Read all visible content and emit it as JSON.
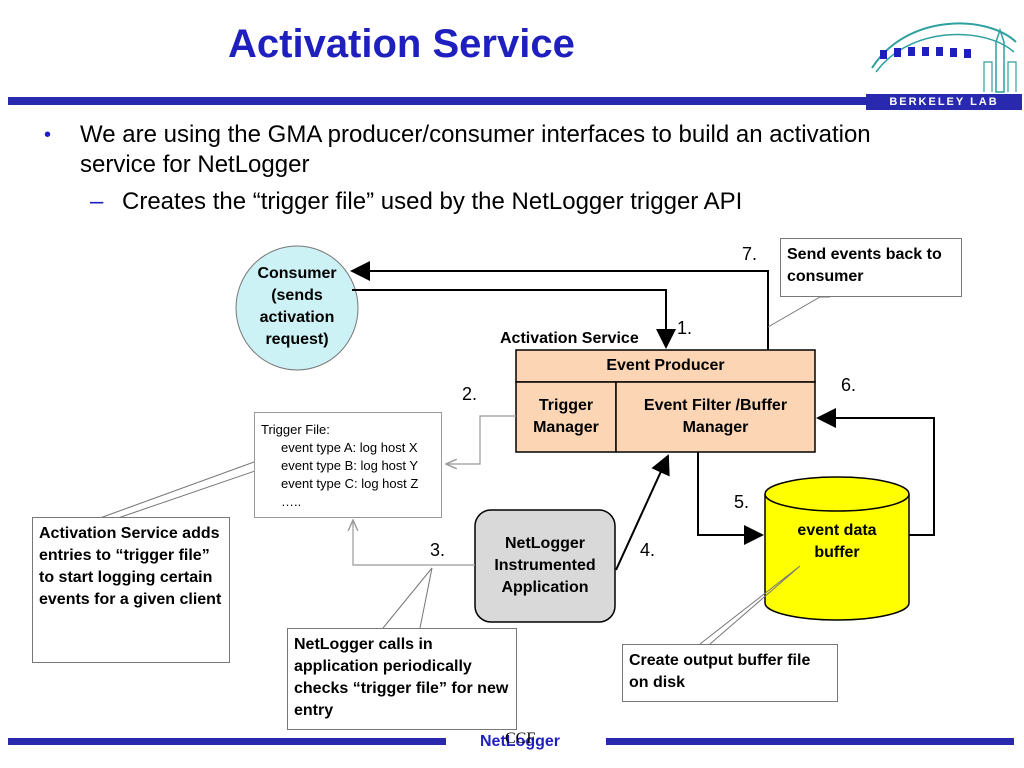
{
  "slide": {
    "title": "Activation Service",
    "bullets": [
      {
        "level": 1,
        "marker": "•",
        "text": "We are using the GMA producer/consumer interfaces to build an activation service for NetLogger"
      },
      {
        "level": 2,
        "marker": "–",
        "text": "Creates the “trigger file” used by the NetLogger trigger API"
      }
    ]
  },
  "logo": {
    "text": "BERKELEY LAB",
    "icon": "berkeley-lab-logo-icon"
  },
  "diagram": {
    "consumer": "Consumer (sends activation request)",
    "activation_service_label": "Activation Service",
    "event_producer": "Event Producer",
    "trigger_manager": "Trigger Manager",
    "event_filter": "Event Filter /Buffer Manager",
    "trigger_file": {
      "title": "Trigger File:",
      "entries": [
        "event type A: log host X",
        "event type B: log host Y",
        "event type C: log host Z",
        "….."
      ]
    },
    "netlogger_app": "NetLogger Instrumented Application",
    "event_buffer": "event data buffer",
    "steps": [
      "1.",
      "2.",
      "3.",
      "4.",
      "5.",
      "6.",
      "7."
    ],
    "callouts": {
      "send_events": "Send events back to consumer",
      "activation_adds": "Activation Service adds entries to “trigger file” to start logging certain events for a given client",
      "netlogger_calls": "NetLogger calls in application periodically checks “trigger file” for new entry",
      "create_buffer": "Create output buffer file on disk"
    },
    "colors": {
      "consumer_fill": "#ccf2f5",
      "producer_fill": "#fcd5b4",
      "app_fill": "#d9d9d9",
      "buffer_fill": "#ffff00",
      "accent": "#2929b0"
    }
  },
  "footer": {
    "netlogger": "NetLogger",
    "ccf": "CCF"
  }
}
